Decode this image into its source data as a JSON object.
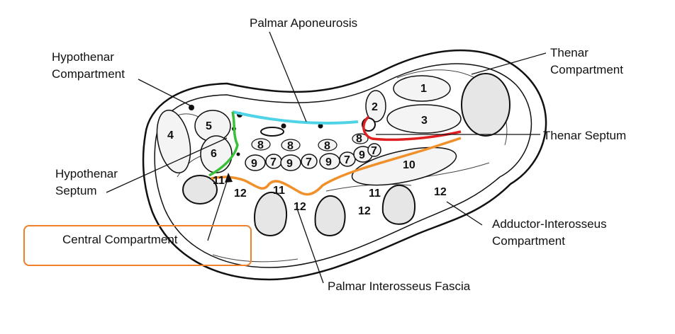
{
  "labels": {
    "palmar_aponeurosis": "Palmar Aponeurosis",
    "hypothenar_compartment_1": "Hypothenar",
    "hypothenar_compartment_2": "Compartment",
    "thenar_compartment_1": "Thenar",
    "thenar_compartment_2": "Compartment",
    "thenar_septum": "Thenar Septum",
    "hypothenar_septum_1": "Hypothenar",
    "hypothenar_septum_2": "Septum",
    "central_compartment": "Central Compartment",
    "adductor_interosseus_1": "Adductor-Interosseus",
    "adductor_interosseus_2": "Compartment",
    "palmar_interosseus_fascia": "Palmar Interosseus Fascia"
  },
  "numbers": {
    "n1": "1",
    "n2": "2",
    "n3": "3",
    "n4": "4",
    "n5": "5",
    "n6": "6",
    "n7": "7",
    "n8": "8",
    "n9": "9",
    "n10": "10",
    "n11": "11",
    "n12": "12"
  },
  "colors": {
    "palmar_aponeurosis_line": "#4fd3e6",
    "hypothenar_septum_line": "#38c038",
    "thenar_septum_line": "#e02020",
    "central_outline": "#f0902a",
    "highlight_box": "#f07f2a"
  }
}
